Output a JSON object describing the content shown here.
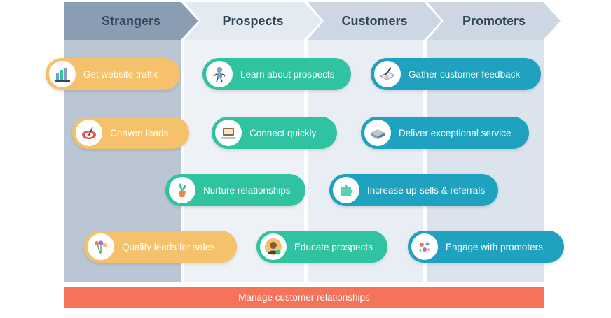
{
  "stages": {
    "strangers": "Strangers",
    "prospects": "Prospects",
    "customers": "Customers",
    "promoters": "Promoters"
  },
  "actions": {
    "website_traffic": "Get website traffic",
    "convert_leads": "Convert leads",
    "nurture_relationships": "Nurture relationships",
    "qualify_leads": "Qualify leads for sales",
    "learn_prospects": "Learn about prospects",
    "connect_quickly": "Connect quickly",
    "educate_prospects": "Educate prospects",
    "gather_feedback": "Gather customer feedback",
    "deliver_service": "Deliver exceptional service",
    "increase_upsells": "Increase up-sells & referrals",
    "engage_promoters": "Engage with promoters"
  },
  "footer": {
    "manage": "Manage customer relationships"
  },
  "colors": {
    "strangers_header": "#8a9db3",
    "yellow_pill": "#f5c26b",
    "green_pill": "#2fc3a1",
    "teal_pill": "#1fa2c0",
    "footer_bar": "#f4735a",
    "header_text": "#33475b"
  },
  "icons": {
    "website_traffic": "chart-building-icon",
    "convert_leads": "target-icon",
    "nurture_relationships": "potted-plant-icon",
    "qualify_leads": "flowers-icon",
    "learn_prospects": "robot-icon",
    "connect_quickly": "laptop-icon",
    "educate_prospects": "person-avatar-icon",
    "gather_feedback": "clipboard-pen-icon",
    "deliver_service": "package-icon",
    "increase_upsells": "puzzle-icon",
    "engage_promoters": "celebration-icon"
  }
}
